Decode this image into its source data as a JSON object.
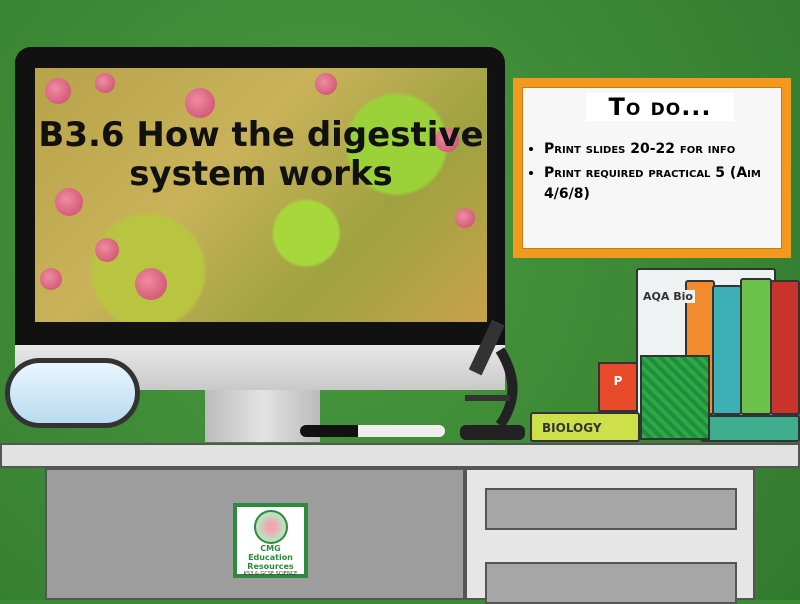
{
  "slide": {
    "title": "B3.6 How the digestive system works"
  },
  "todo_board": {
    "heading": "To do...",
    "items": [
      "Print slides 20-22 for info",
      "Print required practical 5 (Aim 4/6/8)"
    ]
  },
  "books": {
    "spine_label": "BIOLOGY",
    "cover_label": "AQA Bio"
  },
  "logo": {
    "name": "CMG Education Resources",
    "tagline": "KS3 & GCSE SCIENCE"
  },
  "colors": {
    "background": "#3d8b37",
    "board_frame": "#f39a1e",
    "logo_green": "#2b8a3e"
  },
  "icons": [
    "goggles-icon",
    "microscope-icon",
    "marker-icon",
    "powerpoint-icon",
    "pencil-pot-icon"
  ]
}
